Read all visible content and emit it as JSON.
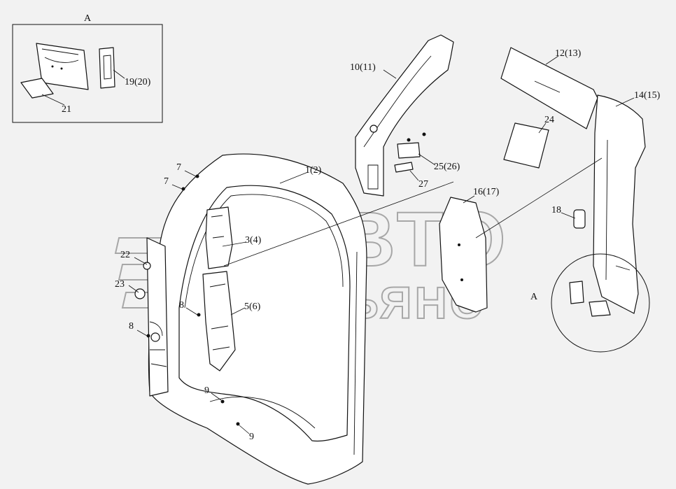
{
  "detail_view": {
    "letter": "A",
    "labels": {
      "part_19": "19(20)",
      "part_21": "21"
    }
  },
  "detail_circle_letter": "A",
  "callouts": {
    "p1": "1(2)",
    "p3": "3(4)",
    "p5": "5(6)",
    "p7a": "7",
    "p7b": "7",
    "p8a": "8",
    "p8b": "8",
    "p9a": "9",
    "p9b": "9",
    "p10": "10(11)",
    "p12": "12(13)",
    "p14": "14(15)",
    "p16": "16(17)",
    "p18": "18",
    "p22": "22",
    "p23": "23",
    "p24": "24",
    "p25": "25(26)",
    "p27": "27"
  },
  "watermark": {
    "line1": "АВТО",
    "line2": "АЛЬЯНС"
  }
}
